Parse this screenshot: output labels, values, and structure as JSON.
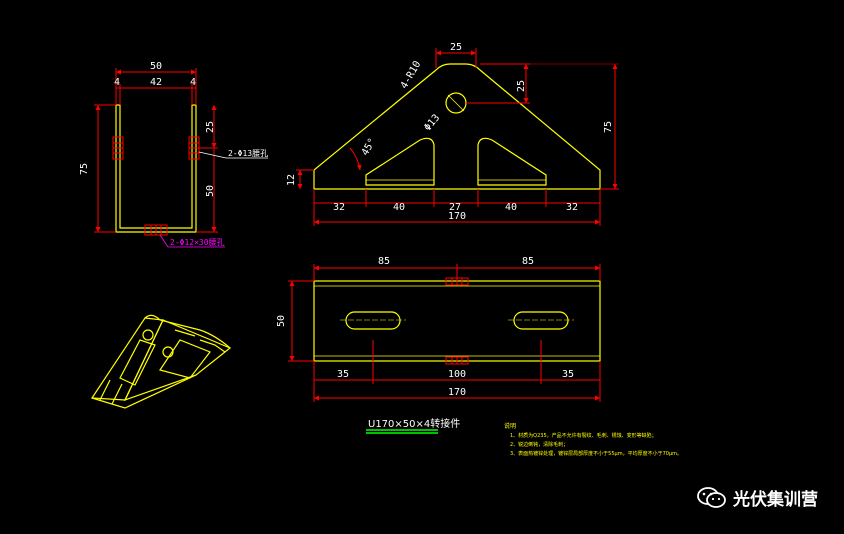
{
  "side_view": {
    "dim_top": "50",
    "dim_left": "4",
    "dim_mid": "42",
    "dim_right": "4",
    "dim_height": "75",
    "dim_upper": "25",
    "dim_lower": "50",
    "hole_label": "2-Φ13腰孔",
    "slot_label": "2-Φ12×30腰孔"
  },
  "front_view": {
    "dim_25_top": "25",
    "dim_25_right": "25",
    "dim_75": "75",
    "radius": "4-R10",
    "hole": "Φ13",
    "angle": "45°",
    "dim_12": "12",
    "segments": [
      "32",
      "40",
      "27",
      "40",
      "32"
    ],
    "total": "170"
  },
  "plan_view": {
    "half_left": "85",
    "half_right": "85",
    "height": "50",
    "bottom": [
      "35",
      "100",
      "35"
    ],
    "total": "170"
  },
  "title": "U170×50×4转接件",
  "notes": {
    "heading": "说明",
    "lines": [
      "1、材质为Q235，产品不允许有裂纹、毛刺、锈蚀、变形等缺陷；",
      "2、锐边倒钝，清除毛刺；",
      "3、表面热镀锌处理，镀锌层局部厚度不小于55μm，平均厚度不小于70μm。"
    ]
  },
  "watermark": "光伏集训营",
  "colors": {
    "outline": "#ffff00",
    "dimension": "#ff0000",
    "text": "#ffffff",
    "hatch": "#ff0000",
    "leader": "#ff00ff",
    "title_underline": "#00ff00"
  }
}
